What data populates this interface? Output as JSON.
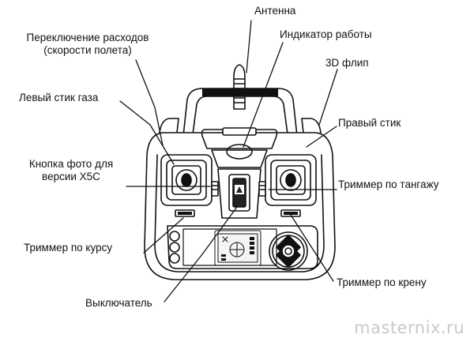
{
  "labels": {
    "antenna": "Антенна",
    "rate_switch_line1": "Переключение расходов",
    "rate_switch_line2": "(скорости полета)",
    "power_indicator": "Индикатор работы",
    "flip_3d": "3D флип",
    "left_stick": "Левый стик газа",
    "right_stick": "Правый стик",
    "photo_btn_line1": "Кнопка фото для",
    "photo_btn_line2": "версии X5C",
    "pitch_trim": "Триммер по тангажу",
    "yaw_trim": "Триммер по курсу",
    "roll_trim": "Триммер по крену",
    "power_switch": "Выключатель"
  },
  "watermark": "masternix.ru",
  "colors": {
    "ink": "#111111",
    "watermark": "#c9c9c9",
    "background": "#ffffff"
  }
}
